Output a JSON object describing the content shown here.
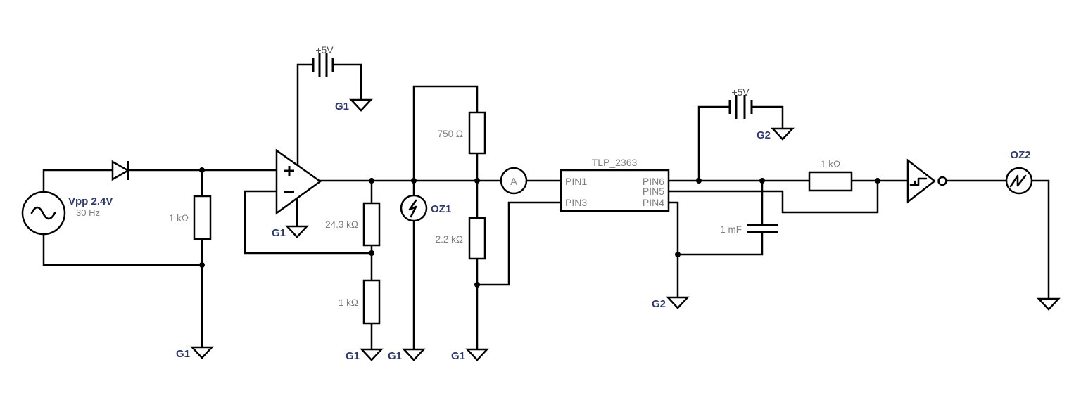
{
  "diagram": {
    "type": "circuit-schematic",
    "background": "#ffffff"
  },
  "colors": {
    "wire": "#000000",
    "net_label": "#2e3a6e",
    "value_label": "#7f7f7f",
    "supply_label": "#4d4d4d",
    "pin_label": "#808080"
  },
  "source": {
    "value": "Vpp 2.4V",
    "frequency": "30 Hz"
  },
  "resistors": {
    "r_input": "1 kΩ",
    "r_feedback": "24.3 kΩ",
    "r_gain": "1 kΩ",
    "r_led": "750 Ω",
    "r_shunt": "2.2 kΩ",
    "r_output": "1 kΩ"
  },
  "capacitor": {
    "value": "1 mF"
  },
  "supplies": {
    "opamp": {
      "label": "+5V",
      "ground": "G1"
    },
    "output": {
      "label": "+5V",
      "ground": "G2"
    }
  },
  "opamp": {
    "noninverting_input": "+",
    "inverting_input": "−"
  },
  "ic": {
    "name": "TLP_2363",
    "left_pins": [
      "PIN1",
      "PIN3"
    ],
    "right_pins": [
      "PIN6",
      "PIN5",
      "PIN4"
    ]
  },
  "meter": {
    "label": "A"
  },
  "probes": {
    "oz1": "OZ1",
    "oz2": "OZ2"
  },
  "nets": {
    "g1": "G1",
    "g2": "G2"
  }
}
